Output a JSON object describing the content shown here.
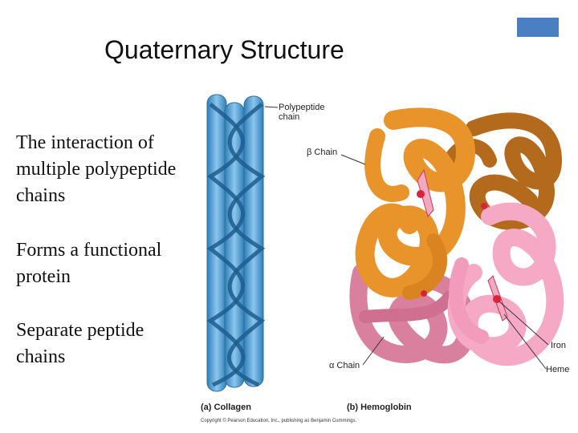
{
  "slide": {
    "title": "Quaternary Structure",
    "paragraphs": [
      "The interaction of multiple polypeptide chains",
      "Forms a functional protein",
      "Separate peptide chains"
    ]
  },
  "figure": {
    "collagen_caption": "(a) Collagen",
    "hemoglobin_caption": "(b) Hemoglobin",
    "callouts": {
      "polypeptide_chain": "Polypeptide chain",
      "beta_chain": "β Chain",
      "alpha_chain": "α Chain",
      "iron": "Iron",
      "heme": "Heme"
    },
    "copyright": "Copyright © Pearson Education, Inc., publishing as Benjamin Cummings."
  },
  "colors": {
    "accent_box": "#4a7fc1",
    "collagen_blue": "#4f9fd6",
    "beta_orange": "#e8942a",
    "beta_brown": "#b36a1c",
    "alpha_pink": "#f6a9c4",
    "alpha_rose": "#d9809e",
    "heme_red": "#d8233a"
  }
}
